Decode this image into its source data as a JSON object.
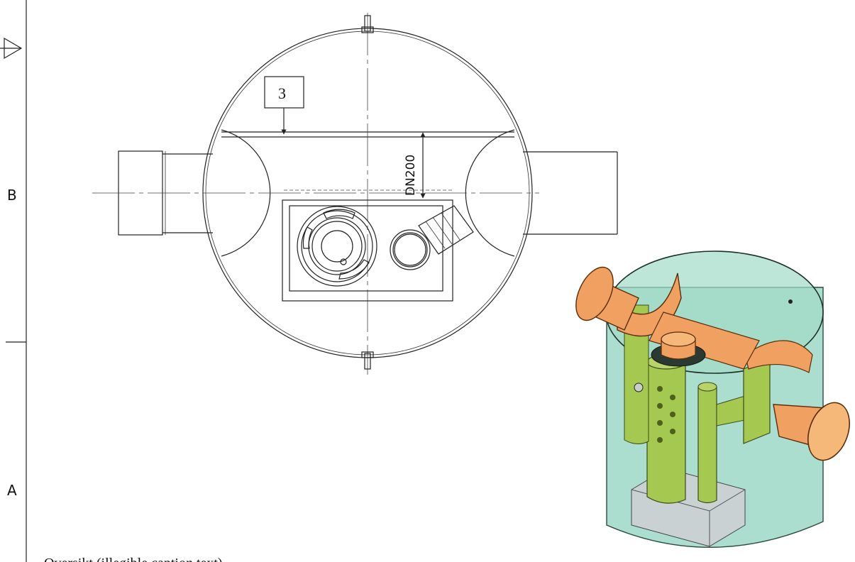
{
  "zones": {
    "b": "B",
    "a": "A"
  },
  "callout": {
    "number": "3"
  },
  "dimension": {
    "label": "DN200"
  },
  "caption": {
    "text": "Oversikt (illegible caption text)"
  },
  "colors": {
    "tank_body": "#8fd3bd",
    "pipe_orange": "#f0a060",
    "inner_green": "#a5c850",
    "base_grey": "#c9d1d3"
  }
}
